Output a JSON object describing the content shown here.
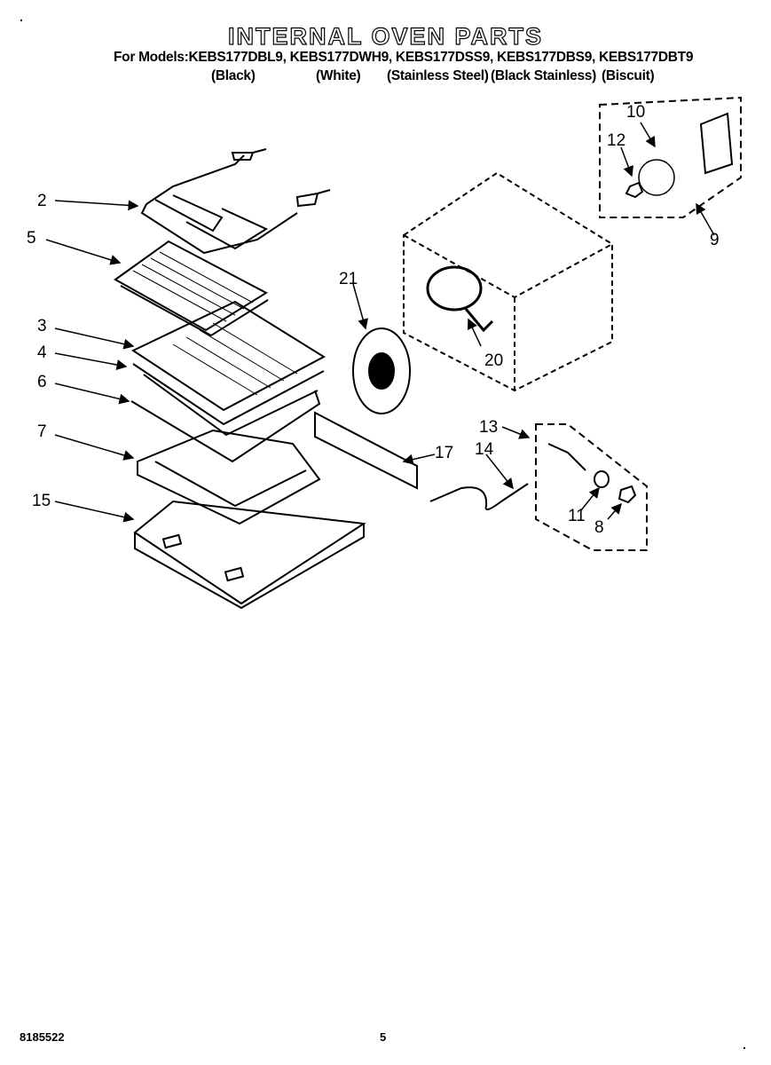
{
  "header": {
    "title": "INTERNAL OVEN PARTS",
    "models_line": "For Models:KEBS177DBL9, KEBS177DWH9, KEBS177DSS9, KEBS177DBS9, KEBS177DBT9",
    "colors": [
      "(Black)",
      "(White)",
      "(Stainless Steel)",
      "(Black Stainless)",
      "(Biscuit)"
    ]
  },
  "callouts": {
    "c2": "2",
    "c5": "5",
    "c3": "3",
    "c4": "4",
    "c6": "6",
    "c7": "7",
    "c15": "15",
    "c21": "21",
    "c20": "20",
    "c17": "17",
    "c14": "14",
    "c13": "13",
    "c11": "11",
    "c8": "8",
    "c10": "10",
    "c12": "12",
    "c9": "9"
  },
  "footer": {
    "doc_number": "8185522",
    "page_number": "5"
  }
}
